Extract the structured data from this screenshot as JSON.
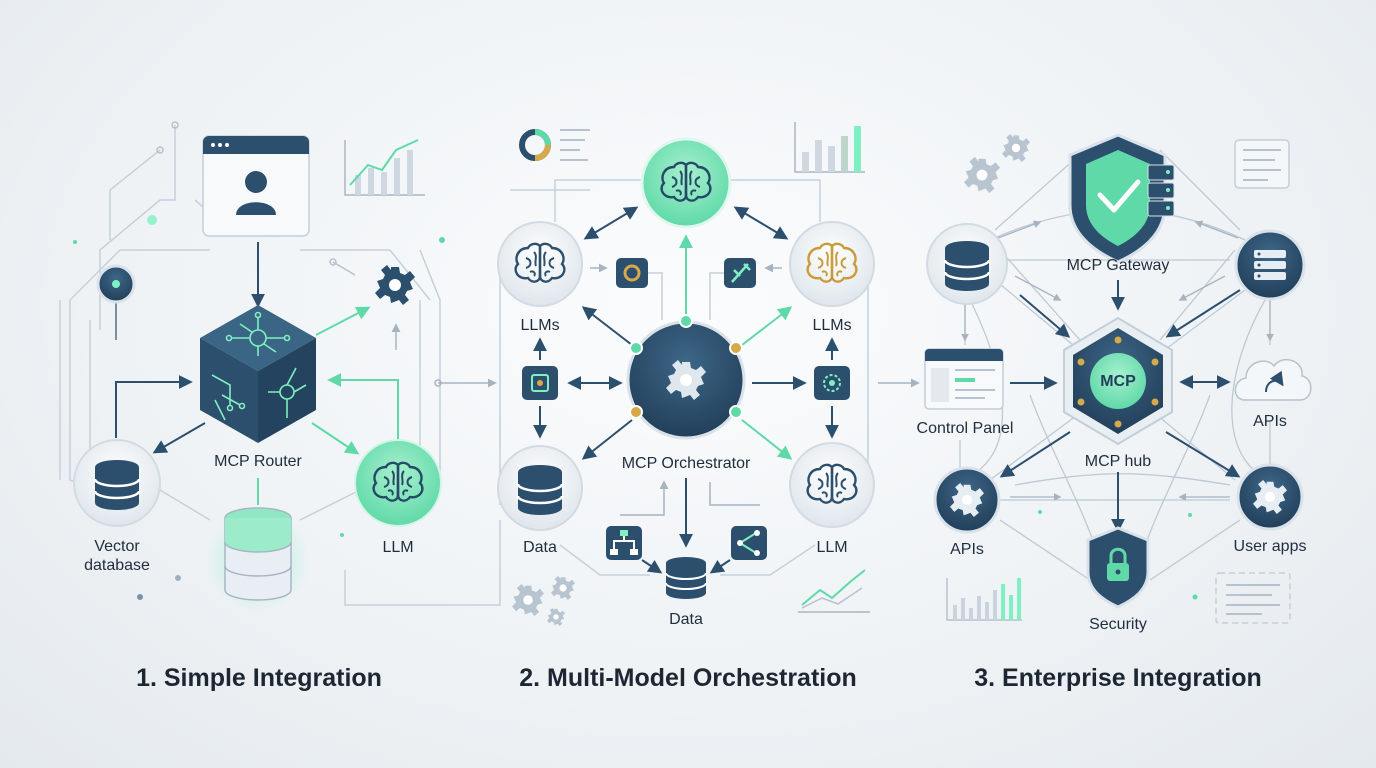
{
  "colors": {
    "navy": "#2c4f6e",
    "teal": "#5fd9a8",
    "steel": "#8aa0b4",
    "light": "#e9eef3",
    "gold": "#d6a94a"
  },
  "sections": [
    {
      "title": "1. Simple Integration",
      "labels": {
        "router": "MCP Router",
        "vector": "Vector database",
        "llm": "LLM"
      }
    },
    {
      "title": "2. Multi-Model Orchestration",
      "labels": {
        "llms_left": "LLMs",
        "llms_right": "LLMs",
        "orchestrator": "MCP Orchestrator",
        "data_left": "Data",
        "llm_right": "LLM",
        "data_bottom": "Data"
      }
    },
    {
      "title": "3. Enterprise Integration",
      "labels": {
        "gateway": "MCP Gateway",
        "control": "Control Panel",
        "hub_text": "MCP",
        "hub": "MCP hub",
        "apis_right": "APIs",
        "apis_left": "APIs",
        "user_apps": "User apps",
        "security": "Security"
      }
    }
  ]
}
